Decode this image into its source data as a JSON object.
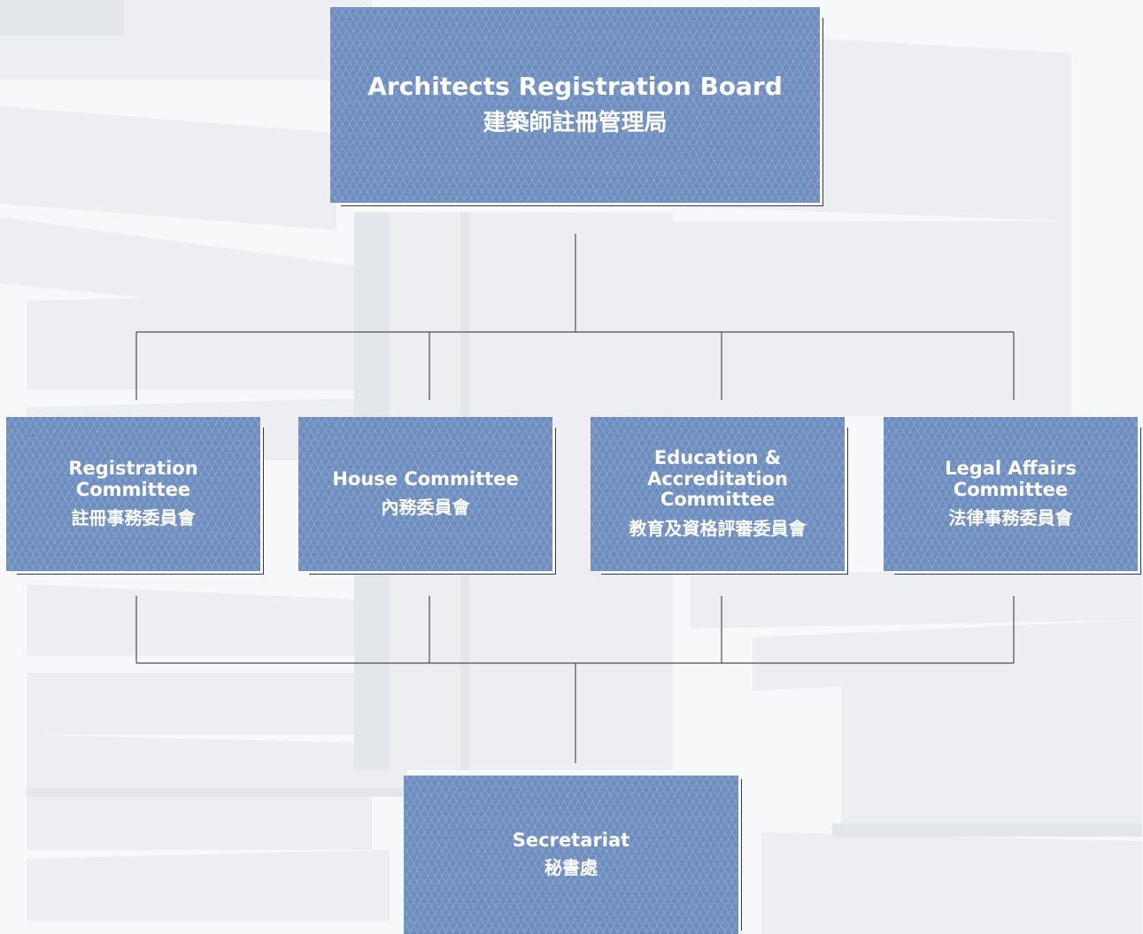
{
  "chart": {
    "top": {
      "en": "Architects Registration Board",
      "zh": "建築師註冊管理局"
    },
    "committees": [
      {
        "en": "Registration\nCommittee",
        "zh": "註冊事務委員會"
      },
      {
        "en": "House Committee",
        "zh": "內務委員會"
      },
      {
        "en": "Education &\nAccreditation\nCommittee",
        "zh": "教育及資格評審委員會"
      },
      {
        "en": "Legal Affairs\nCommittee",
        "zh": "法律事務委員會"
      }
    ],
    "bottom": {
      "en": "Secretariat",
      "zh": "秘書處"
    }
  },
  "colors": {
    "box_fill": "#6f8fc1",
    "box_text": "#ffffff",
    "connector": "#4d4d4d",
    "background": "#f7f8fa"
  }
}
